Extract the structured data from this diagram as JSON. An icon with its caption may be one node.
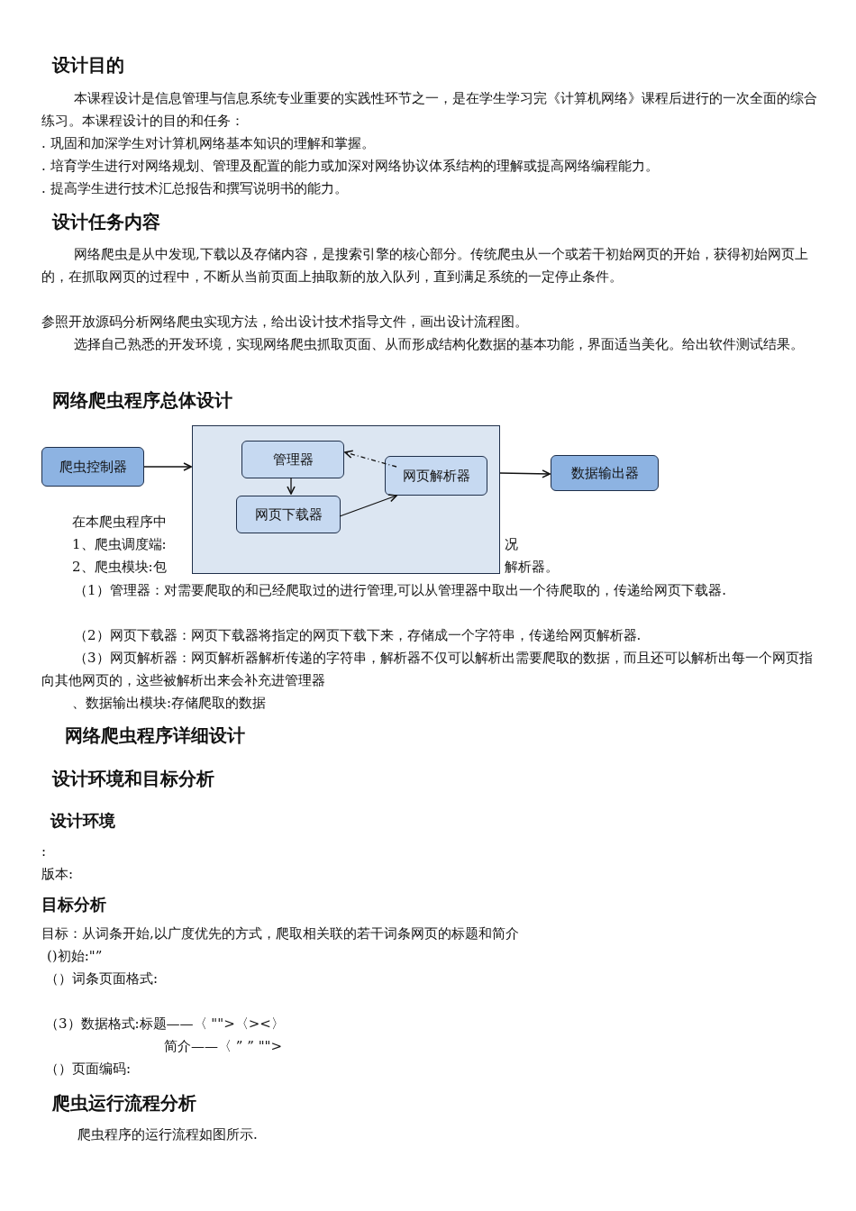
{
  "diagram": {
    "nodes": [
      {
        "text": [
          "爬虫控制器"
        ]
      },
      {
        "text": [],
        "shape": "box"
      },
      {
        "text": [
          "管理器"
        ],
        "in": 1
      },
      {
        "text": [
          "网页下载器"
        ],
        "in": 1
      },
      {
        "text": [
          "网页解析器"
        ],
        "in": 1
      },
      {
        "text": [
          "数据输出器"
        ]
      }
    ],
    "edges": [
      {
        "from": 0,
        "to": 1,
        "arrow": "to"
      },
      {
        "from": 2,
        "to": 3,
        "arrow": "to"
      },
      {
        "from": 3,
        "to": 4,
        "arrow": "to"
      },
      {
        "from": 4,
        "to": 2,
        "arrow": "to",
        "style": "dashed"
      },
      {
        "from": 1,
        "to": 5,
        "arrow": "to"
      }
    ],
    "labels": [
      "设计目的",
      "本课程设计是信息管理与信息系统专业重要的实践性环节之一，是在学生学习完《计算机网络》课程后进行的一次全面的综合练习。本课程设计的目的和任务：",
      ". 巩固和加深学生对计算机网络基本知识的理解和掌握。",
      ". 培育学生进行对网络规划、管理及配置的能力或加深对网络协议体系结构的理解或提高网络编程能力。",
      ". 提高学生进行技术汇总报告和撰写说明书的能力。",
      "设计任务内容",
      "网络爬虫是从中发现,下载以及存储内容，是搜索引擎的核心部分。传统爬虫从一个或若干初始网页的开始，获得初始网页上的，在抓取网页的过程中，不断从当前页面上抽取新的放入队列，直到满足系统的一定停止条件。",
      "参照开放源码分析网络爬虫实现方法，给出设计技术指导文件，画出设计流程图。",
      "选择自己熟悉的开发环境，实现网络爬虫抓取页面、从而形成结构化数据的基本功能，界面适当美化。给出软件测试结果。",
      "网络爬虫程序总体设计",
      "在本爬虫程序中",
      "1、爬虫调度端:",
      "况",
      "2、爬虫模块:包",
      "解析器。",
      "（1）管理器：对需要爬取的和已经爬取过的进行管理,可以从管理器中取出一个待爬取的，传递给网页下载器.",
      "（2）网页下载器：网页下载器将指定的网页下载下来，存储成一个字符串，传递给网页解析器.",
      "（3）网页解析器：网页解析器解析传递的字符串，解析器不仅可以解析出需要爬取的数据，而且还可以解析出每一个网页指向其他网页的，这些被解析出来会补充进管理器",
      "、数据输出模块:存储爬取的数据",
      "网络爬虫程序详细设计",
      "设计环境和目标分析",
      "设计环境",
      ":",
      "版本:",
      "目标分析",
      "目标：从词条开始,以广度优先的方式，爬取相关联的若干词条网页的标题和简介",
      "()初始:\"”",
      "（）词条页面格式:",
      "（3）数据格式:标题——〈 \"\">〈><〉",
      "简介——〈 ” ”  \"\">",
      "（）页面编码:",
      "爬虫运行流程分析",
      "爬虫程序的运行流程如图所示."
    ]
  }
}
